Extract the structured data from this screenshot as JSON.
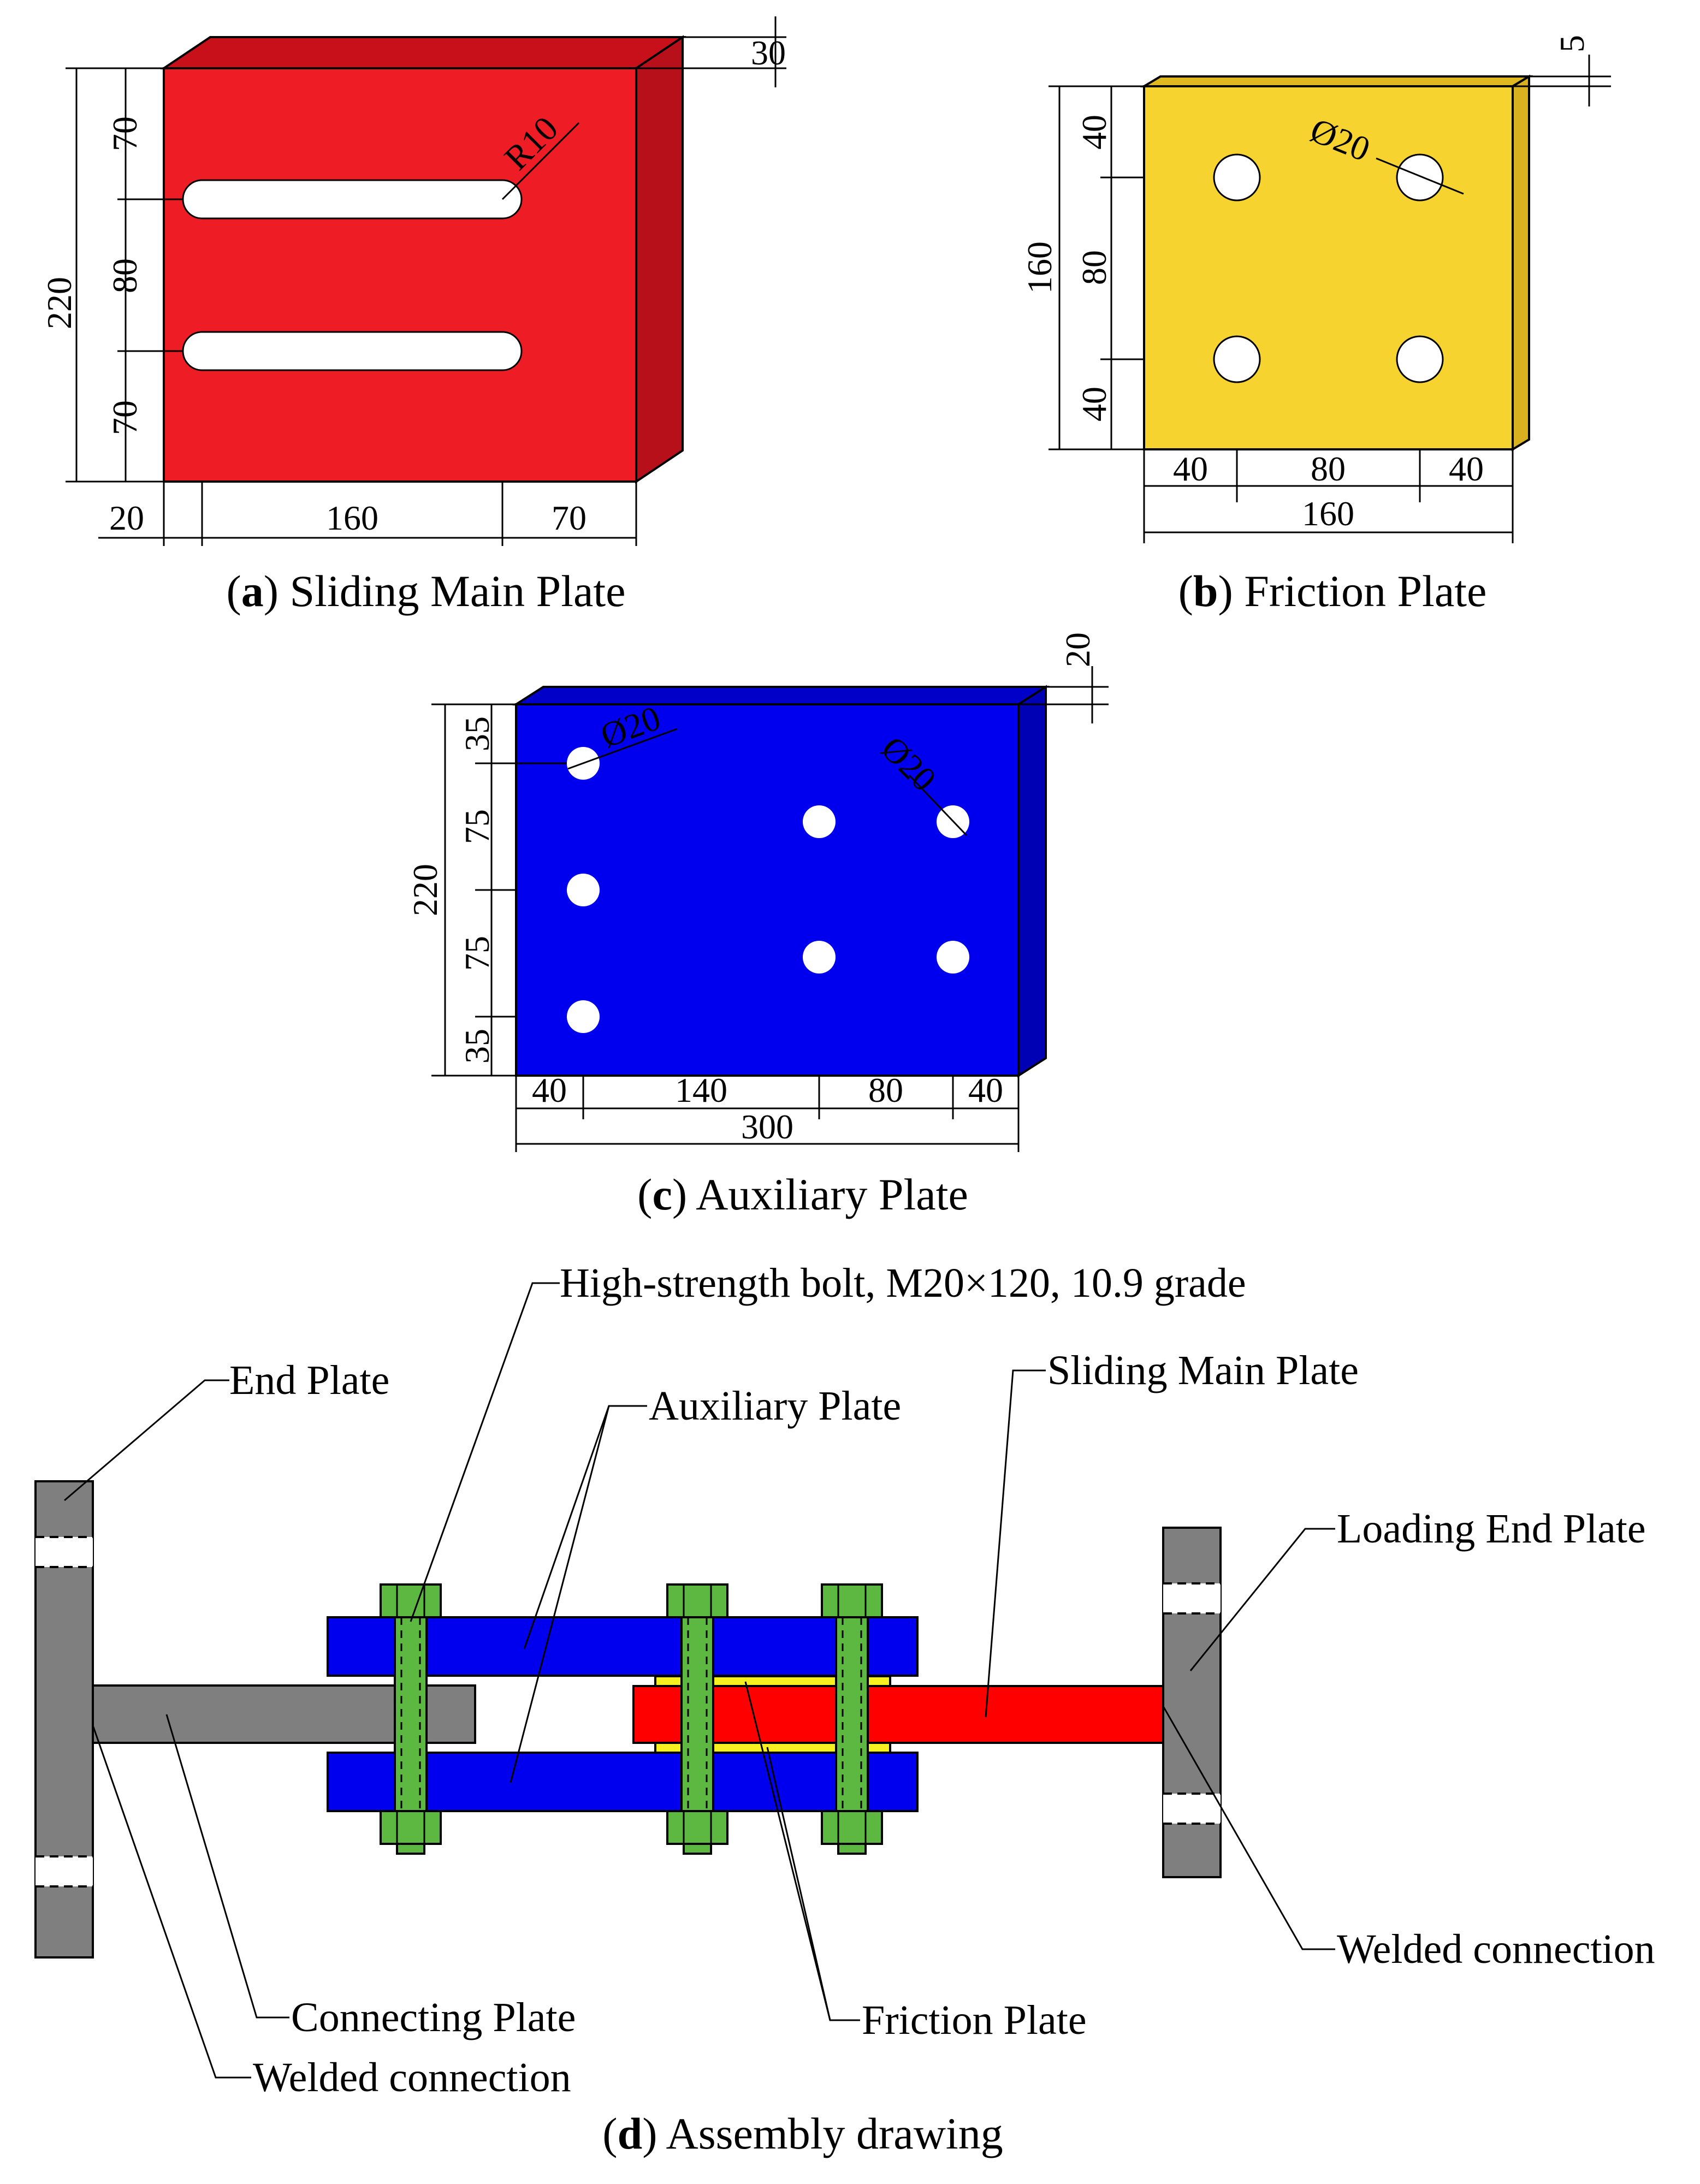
{
  "colors": {
    "main_plate": "#ee1c25",
    "friction_plate": "#f7d330",
    "auxiliary_plate": "#0000ee",
    "end_plate": "#7f7f7f",
    "bolt": "#5cb840",
    "hole": "#ffffff"
  },
  "panel_a": {
    "caption_letter": "a",
    "caption_text": "Sliding Main Plate",
    "dims": {
      "thickness": "30",
      "height": "220",
      "top": "70",
      "middle": "80",
      "bottom": "70",
      "radius": "R10",
      "left": "20",
      "slot": "160",
      "right": "70"
    }
  },
  "panel_b": {
    "caption_letter": "b",
    "caption_text": "Friction Plate",
    "dims": {
      "thickness": "5",
      "height": "160",
      "top": "40",
      "middle": "80",
      "bottom": "40",
      "diameter": "Ø20",
      "left": "40",
      "center": "80",
      "right": "40",
      "width": "160"
    }
  },
  "panel_c": {
    "caption_letter": "c",
    "caption_text": "Auxiliary Plate",
    "dims": {
      "thickness": "20",
      "height": "220",
      "v1": "35",
      "v2": "75",
      "v3": "75",
      "v4": "35",
      "diameter_left": "Ø20",
      "diameter_right": "Ø20",
      "h1": "40",
      "h2": "140",
      "h3": "80",
      "h4": "40",
      "width": "300"
    }
  },
  "panel_d": {
    "caption_letter": "d",
    "caption_text": "Assembly drawing",
    "labels": {
      "bolt": "High-strength bolt, M20×120, 10.9 grade",
      "end_plate": "End Plate",
      "auxiliary_plate": "Auxiliary Plate",
      "sliding_main_plate": "Sliding Main Plate",
      "loading_end_plate": "Loading End Plate",
      "welded_right": "Welded connection",
      "connecting_plate": "Connecting Plate",
      "friction_plate": "Friction Plate",
      "welded_left": "Welded connection"
    }
  }
}
